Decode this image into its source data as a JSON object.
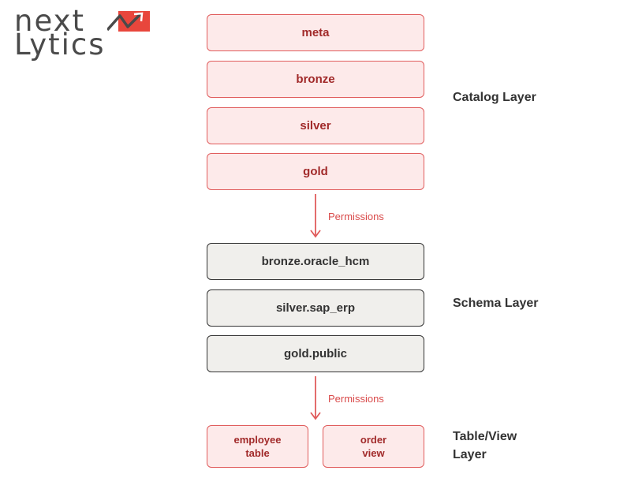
{
  "logo": {
    "line1": "next",
    "line2": "Lytics",
    "mark_icon": "trend-arrow-icon",
    "brand_color": "#e8463c"
  },
  "catalog_layer": {
    "label": "Catalog Layer",
    "items": [
      "meta",
      "bronze",
      "silver",
      "gold"
    ]
  },
  "permissions_label_1": "Permissions",
  "schema_layer": {
    "label": "Schema Layer",
    "items": [
      "bronze.oracle_hcm",
      "silver.sap_erp",
      "gold.public"
    ]
  },
  "permissions_label_2": "Permissions",
  "table_view_layer": {
    "label_line1": "Table/View",
    "label_line2": "Layer",
    "items": [
      {
        "line1": "employee",
        "line2": "table"
      },
      {
        "line1": "order",
        "line2": "view"
      }
    ]
  },
  "colors": {
    "accent_red": "#e05c5c",
    "catalog_fill": "#fdeaea",
    "schema_fill": "#f0efec",
    "text_dark": "#333333"
  }
}
